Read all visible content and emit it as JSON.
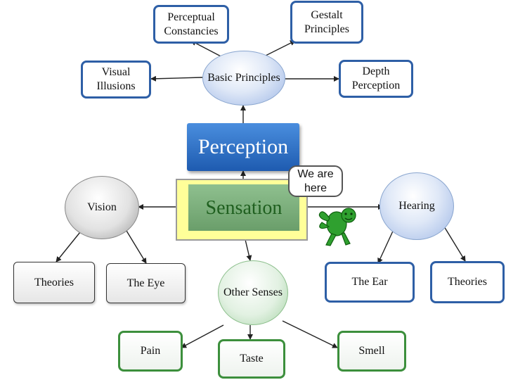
{
  "diagram": {
    "center": {
      "label": "Perception"
    },
    "sensation": {
      "label": "Sensation"
    },
    "callout": {
      "text": "We are here"
    },
    "perception_nodes": {
      "perceptual_constancies": "Perceptual Constancies",
      "gestalt_principles": "Gestalt Principles",
      "basic_principles": "Basic Principles",
      "visual_illusions": "Visual Illusions",
      "depth_perception": "Depth Perception"
    },
    "sensation_nodes": {
      "vision": "Vision",
      "vision_theories": "Theories",
      "the_eye": "The Eye",
      "other_senses": "Other Senses",
      "pain": "Pain",
      "taste": "Taste",
      "smell": "Smell",
      "hearing": "Hearing",
      "the_ear": "The Ear",
      "hearing_theories": "Theories"
    }
  },
  "colors": {
    "perception_fill": "#1e5bb0",
    "sensation_fill": "#7fb27f",
    "highlight": "#ffff99",
    "blue_border": "#2e5fa6",
    "green_border": "#3c8f3c",
    "mascot_green": "#2fa02f"
  },
  "icons": {
    "mascot": "turtle-mascot-icon"
  }
}
